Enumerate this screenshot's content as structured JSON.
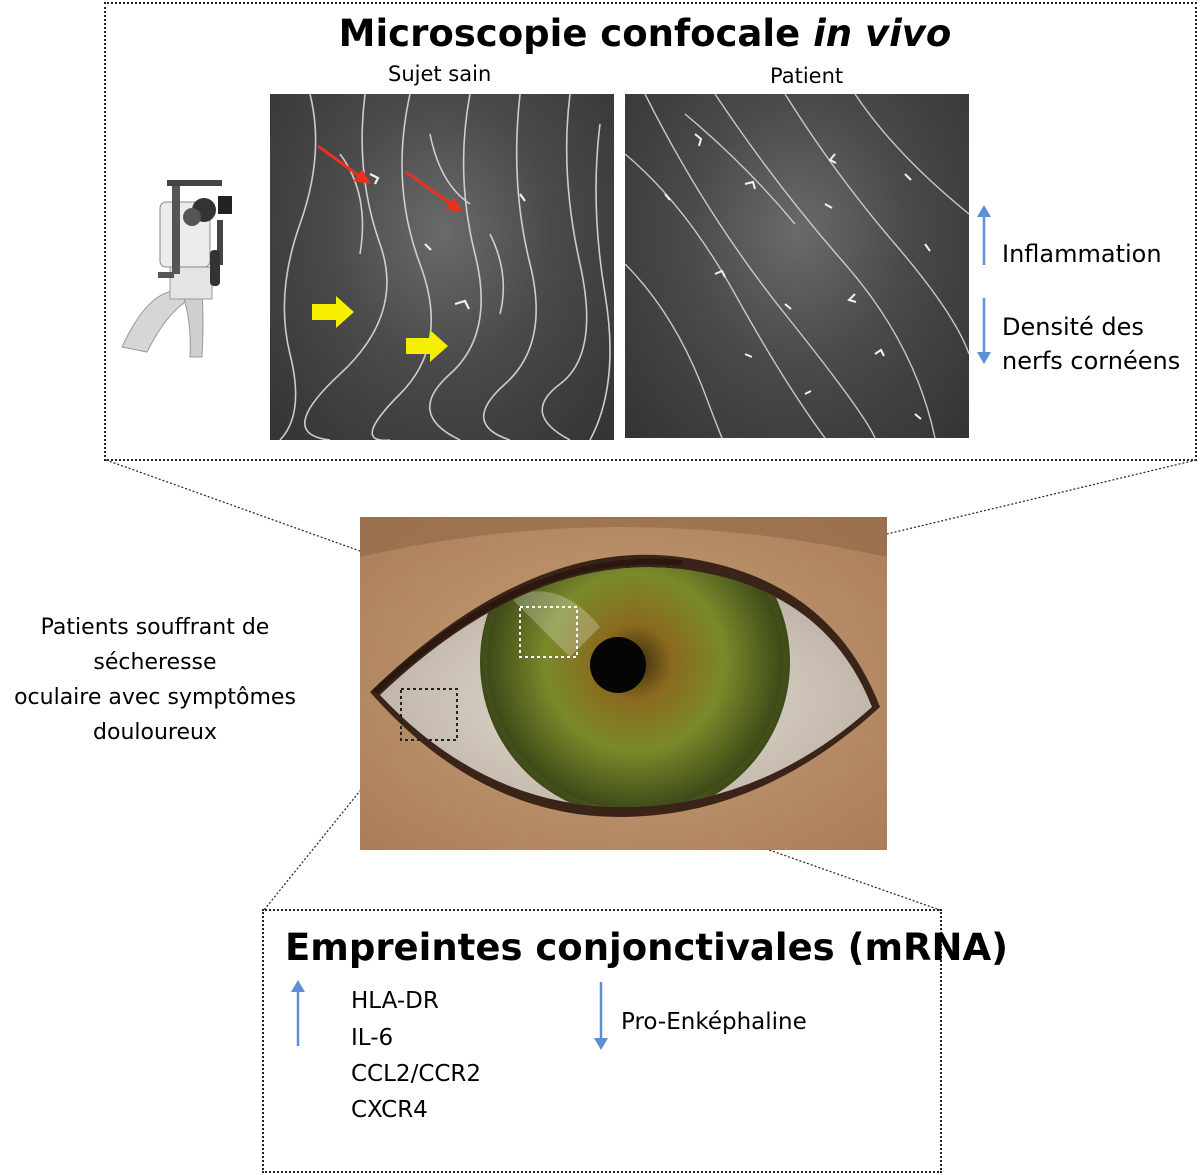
{
  "top_panel": {
    "title_main": "Microscopie confocale ",
    "title_italic": "in vivo",
    "label_healthy": "Sujet sain",
    "label_patient": "Patient",
    "increase_label": "Inflammation",
    "decrease_label_line1": "Densité des",
    "decrease_label_line2": "nerfs cornéens"
  },
  "description": {
    "line1": "Patients souffrant de",
    "line2": "sécheresse",
    "line3": "oculaire avec symptômes",
    "line4": "douloureux"
  },
  "bottom_panel": {
    "title": "Empreintes conjonctivales (mRNA)",
    "increased_markers": [
      "HLA-DR",
      "IL-6",
      "CCL2/CCR2",
      "CXCR4"
    ],
    "decreased_markers": [
      "Pro-Enképhaline"
    ]
  },
  "colors": {
    "arrow_blue": "#5b8fd6",
    "annotation_red": "#e8321e",
    "annotation_yellow": "#f5ee00",
    "iris_green": "#7a8a2a"
  }
}
